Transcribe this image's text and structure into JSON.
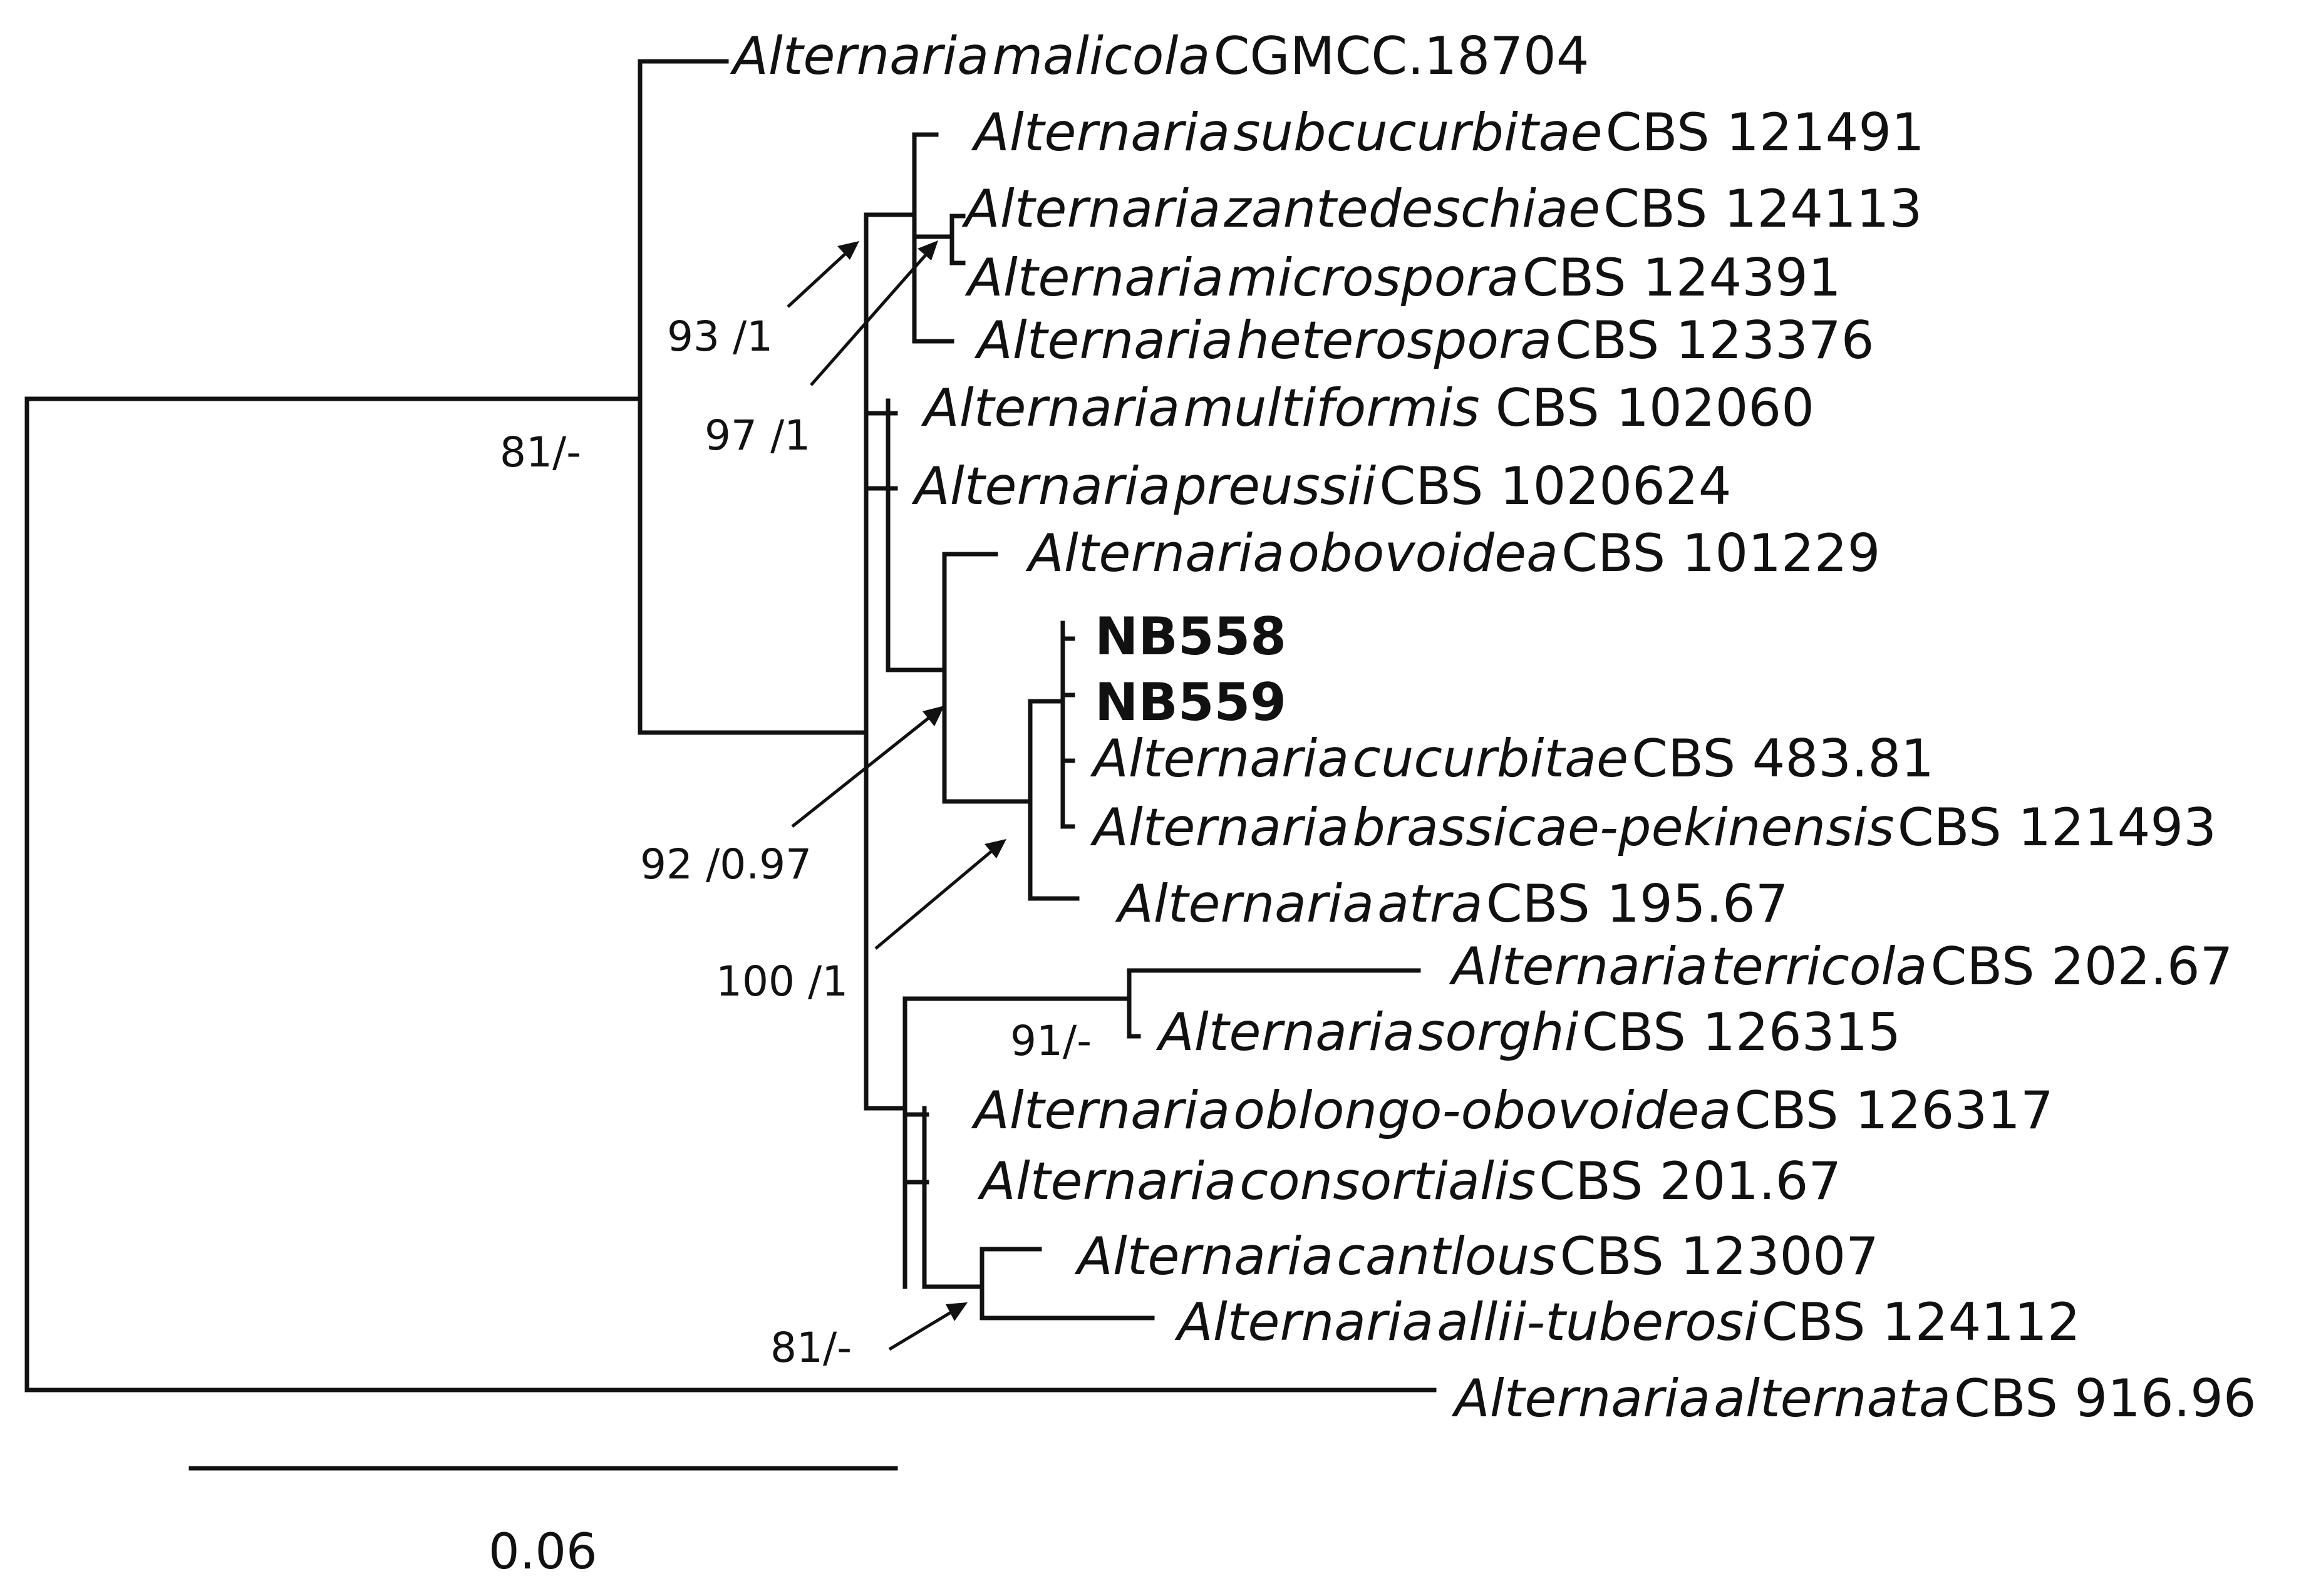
{
  "taxa": [
    {
      "genus": "Alternaria",
      "species": "malicola",
      "code": "CGMCC.18704"
    },
    {
      "genus": "Alternaria",
      "species": "subcucurbitae",
      "code": "CBS 121491"
    },
    {
      "genus": "Alternaria",
      "species": "zantedeschiae",
      "code": "CBS 124113"
    },
    {
      "genus": "Alternaria",
      "species": "microspora",
      "code": "CBS 124391"
    },
    {
      "genus": "Alternaria",
      "species": "heterospora",
      "code": "CBS 123376"
    },
    {
      "genus": "Alternaria",
      "species": "multiformis",
      "code": "CBS 102060"
    },
    {
      "genus": "Alternaria",
      "species": "preussii",
      "code": "CBS 1020624"
    },
    {
      "genus": "Alternaria",
      "species": "obovoidea",
      "code": "CBS 101229"
    },
    {
      "isolate": "NB558"
    },
    {
      "isolate": "NB559"
    },
    {
      "genus": "Alternaria",
      "species": "cucurbitae",
      "code": "CBS 483.81"
    },
    {
      "genus": "Alternaria",
      "species": "brassicae-pekinensis",
      "code": "CBS 121493"
    },
    {
      "genus": "Alternaria",
      "species": "atra",
      "code": "CBS 195.67"
    },
    {
      "genus": "Alternaria",
      "species": "terricola",
      "code": "CBS 202.67"
    },
    {
      "genus": "Alternaria",
      "species": "sorghi",
      "code": "CBS 126315"
    },
    {
      "genus": "Alternaria",
      "species": "oblongo-obovoidea",
      "code": "CBS 126317"
    },
    {
      "genus": "Alternaria",
      "species": "consortialis",
      "code": "CBS 201.67"
    },
    {
      "genus": "Alternaria",
      "species": "cantlous",
      "code": "CBS 123007"
    },
    {
      "genus": "Alternaria",
      "species": "allii-tuberosi",
      "code": "CBS 124112"
    },
    {
      "genus": "Alternaria",
      "species": "alternata",
      "code": "CBS 916.96"
    }
  ],
  "support_values": [
    "81/-",
    "93 /1",
    "97 /1",
    "92 /0.97",
    "100 /1",
    "91/-",
    "81/-"
  ],
  "scale_bar": {
    "label": "0.06",
    "value": 0.06
  }
}
